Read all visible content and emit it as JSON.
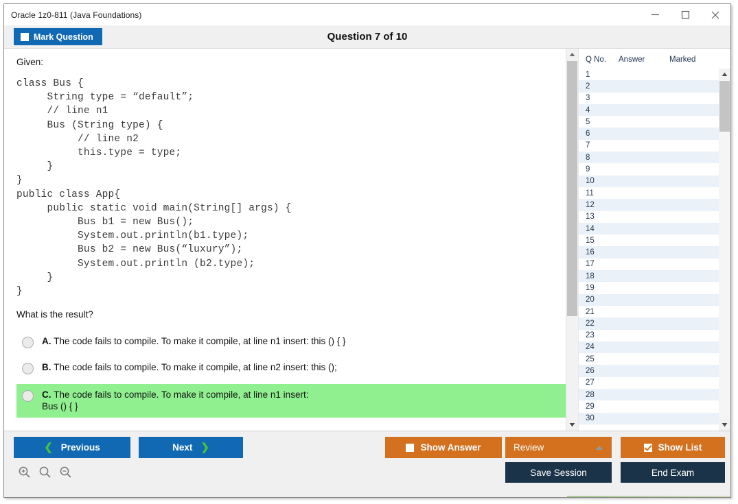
{
  "window": {
    "title": "Oracle 1z0-811 (Java Foundations)",
    "controls": {
      "minimize": "—",
      "maximize": "□",
      "close": "×"
    }
  },
  "header": {
    "mark_question_label": "Mark Question",
    "mark_question_checked": false,
    "question_counter": "Question 7 of 10"
  },
  "question": {
    "given_label": "Given:",
    "code": "class Bus {\n     String type = “default”;\n     // line n1\n     Bus (String type) {\n          // line n2\n          this.type = type;\n     }\n}\npublic class App{\n     public static void main(String[] args) {\n          Bus b1 = new Bus();\n          System.out.println(b1.type);\n          Bus b2 = new Bus(“luxury”);\n          System.out.println (b2.type);\n     }\n}",
    "prompt": "What is the result?",
    "options": [
      {
        "letter": "A.",
        "text": "The code fails to compile. To make it compile, at line n1 insert: this () { }",
        "selected": false,
        "highlighted": false
      },
      {
        "letter": "B.",
        "text": "The code fails to compile. To make it compile, at line n2 insert: this ();",
        "selected": false,
        "highlighted": false
      },
      {
        "letter": "C.",
        "text": "The code fails to compile. To make it compile, at line n1 insert:\nBus () { }",
        "selected": false,
        "highlighted": true
      }
    ]
  },
  "question_list": {
    "columns": [
      "Q No.",
      "Answer",
      "Marked"
    ],
    "rows": [
      {
        "qno": "1",
        "answer": "",
        "marked": ""
      },
      {
        "qno": "2",
        "answer": "",
        "marked": ""
      },
      {
        "qno": "3",
        "answer": "",
        "marked": ""
      },
      {
        "qno": "4",
        "answer": "",
        "marked": ""
      },
      {
        "qno": "5",
        "answer": "",
        "marked": ""
      },
      {
        "qno": "6",
        "answer": "",
        "marked": ""
      },
      {
        "qno": "7",
        "answer": "",
        "marked": ""
      },
      {
        "qno": "8",
        "answer": "",
        "marked": ""
      },
      {
        "qno": "9",
        "answer": "",
        "marked": ""
      },
      {
        "qno": "10",
        "answer": "",
        "marked": ""
      },
      {
        "qno": "11",
        "answer": "",
        "marked": ""
      },
      {
        "qno": "12",
        "answer": "",
        "marked": ""
      },
      {
        "qno": "13",
        "answer": "",
        "marked": ""
      },
      {
        "qno": "14",
        "answer": "",
        "marked": ""
      },
      {
        "qno": "15",
        "answer": "",
        "marked": ""
      },
      {
        "qno": "16",
        "answer": "",
        "marked": ""
      },
      {
        "qno": "17",
        "answer": "",
        "marked": ""
      },
      {
        "qno": "18",
        "answer": "",
        "marked": ""
      },
      {
        "qno": "19",
        "answer": "",
        "marked": ""
      },
      {
        "qno": "20",
        "answer": "",
        "marked": ""
      },
      {
        "qno": "21",
        "answer": "",
        "marked": ""
      },
      {
        "qno": "22",
        "answer": "",
        "marked": ""
      },
      {
        "qno": "23",
        "answer": "",
        "marked": ""
      },
      {
        "qno": "24",
        "answer": "",
        "marked": ""
      },
      {
        "qno": "25",
        "answer": "",
        "marked": ""
      },
      {
        "qno": "26",
        "answer": "",
        "marked": ""
      },
      {
        "qno": "27",
        "answer": "",
        "marked": ""
      },
      {
        "qno": "28",
        "answer": "",
        "marked": ""
      },
      {
        "qno": "29",
        "answer": "",
        "marked": ""
      },
      {
        "qno": "30",
        "answer": "",
        "marked": ""
      }
    ]
  },
  "footer": {
    "previous_label": "Previous",
    "next_label": "Next",
    "show_answer_label": "Show Answer",
    "show_answer_checked": false,
    "review_label": "Review",
    "show_list_label": "Show List",
    "show_list_checked": true,
    "save_session_label": "Save Session",
    "end_exam_label": "End Exam",
    "zoom_icons": [
      "zoom-in-icon",
      "zoom-reset-icon",
      "zoom-out-icon"
    ]
  },
  "colors": {
    "primary_blue": "#1168b3",
    "orange": "#d4711f",
    "navy": "#1b3349",
    "highlight_green": "#90f090",
    "chevron_green": "#45c43a",
    "row_alt": "#eaf1f8",
    "header_bg": "#f0f0f0"
  }
}
